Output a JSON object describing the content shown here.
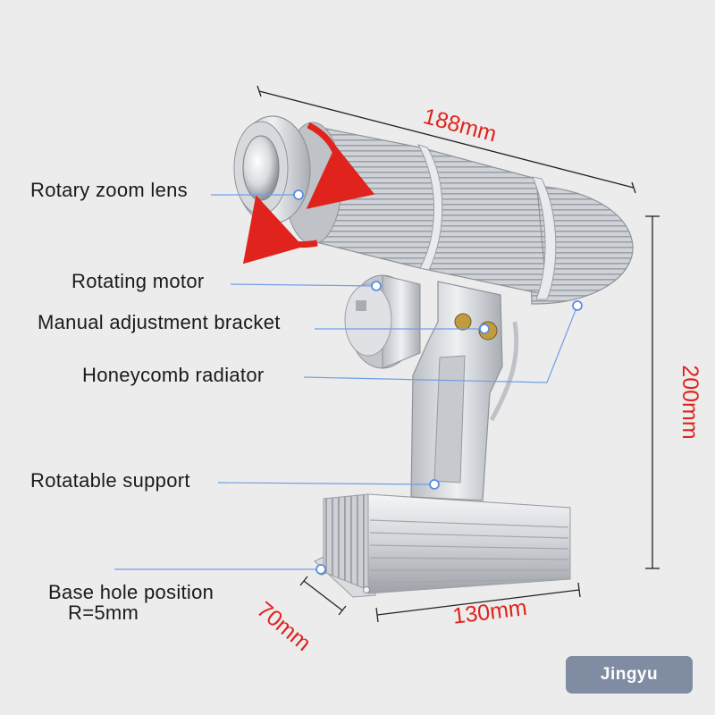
{
  "labels": {
    "rotary_zoom_lens": "Rotary zoom lens",
    "rotating_motor": "Rotating motor",
    "manual_bracket": "Manual adjustment bracket",
    "honeycomb_radiator": "Honeycomb radiator",
    "rotatable_support": "Rotatable support",
    "base_hole_line1": "Base hole position",
    "base_hole_line2": "R=5mm"
  },
  "dimensions": {
    "length": "188mm",
    "height": "200mm",
    "width": "130mm",
    "depth": "70mm"
  },
  "brand": "Jingyu",
  "colors": {
    "background": "#ececec",
    "dimension_text": "#e0231c",
    "leader_line": "#6f9ee8",
    "brand_badge": "#7f8ca1",
    "metal": "#c9ccd1"
  }
}
